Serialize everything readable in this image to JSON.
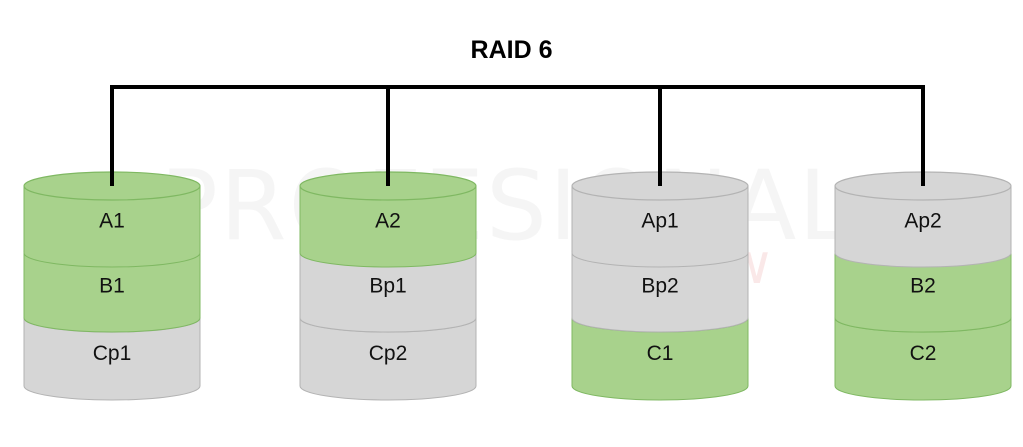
{
  "title": "RAID 6",
  "watermark": {
    "main": "PROFESIONAL",
    "sub": "review"
  },
  "colors": {
    "green": "#a8d28c",
    "green_edge": "#7fb862",
    "gray": "#d6d6d6",
    "gray_edge": "#b3b3b3",
    "line": "#000000"
  },
  "disks": [
    {
      "segments": [
        {
          "label": "A1",
          "kind": "green"
        },
        {
          "label": "B1",
          "kind": "green"
        },
        {
          "label": "Cp1",
          "kind": "gray"
        }
      ]
    },
    {
      "segments": [
        {
          "label": "A2",
          "kind": "green"
        },
        {
          "label": "Bp1",
          "kind": "gray"
        },
        {
          "label": "Cp2",
          "kind": "gray"
        }
      ]
    },
    {
      "segments": [
        {
          "label": "Ap1",
          "kind": "gray"
        },
        {
          "label": "Bp2",
          "kind": "gray"
        },
        {
          "label": "C1",
          "kind": "green"
        }
      ]
    },
    {
      "segments": [
        {
          "label": "Ap2",
          "kind": "gray"
        },
        {
          "label": "B2",
          "kind": "green"
        },
        {
          "label": "C2",
          "kind": "green"
        }
      ]
    }
  ]
}
